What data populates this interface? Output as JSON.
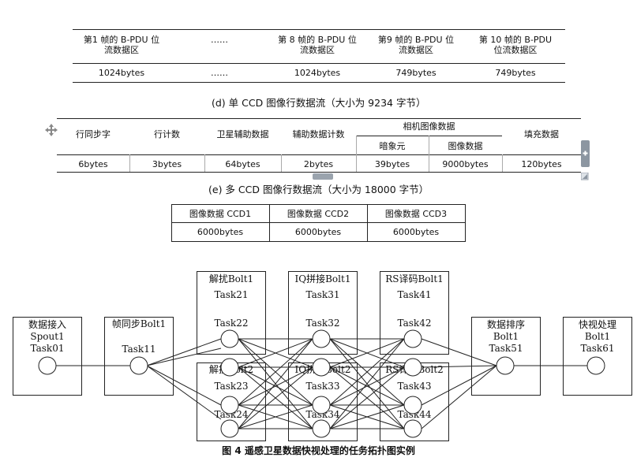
{
  "table_d": {
    "headers": [
      [
        "第1 帧的 B-PDU 位",
        "流数据区"
      ],
      [
        "……",
        ""
      ],
      [
        "第 8 帧的 B-PDU 位",
        "流数据区"
      ],
      [
        "第9 帧的 B-PDU 位",
        "流数据区"
      ],
      [
        "第 10 帧的 B-PDU",
        "位流数据区"
      ]
    ],
    "values": [
      "1024bytes",
      "……",
      "1024bytes",
      "749bytes",
      "749bytes"
    ],
    "caption": "(d)  单 CCD 图像行数据流（大小为 9234 字节）"
  },
  "table_e": {
    "headers": [
      "行同步字",
      "行计数",
      "卫星辅助数据",
      "辅助数据计数",
      "相机图像数据",
      "填充数据"
    ],
    "subheaders": [
      "暗象元",
      "图像数据"
    ],
    "values": [
      "6bytes",
      "3bytes",
      "64bytes",
      "2bytes",
      "39bytes",
      "9000bytes",
      "120bytes"
    ],
    "caption": "(e)  多 CCD 图像行数据流（大小为 18000 字节）"
  },
  "table_f": {
    "headers": [
      "图像数据 CCD1",
      "图像数据 CCD2",
      "图像数据 CCD3"
    ],
    "values": [
      "6000bytes",
      "6000bytes",
      "6000bytes"
    ]
  },
  "diagram": {
    "spout": {
      "lines": [
        "数据接入",
        "Spout1",
        "Task01"
      ]
    },
    "frame_sync": {
      "title": "帧同步Bolt1",
      "task": "Task11"
    },
    "jieral1": {
      "title": "解扰Bolt1",
      "tasks": [
        "Task21",
        "Task22"
      ]
    },
    "jieral2": {
      "title": "解扰Bolt2",
      "tasks": [
        "Task23",
        "Task24"
      ]
    },
    "iq1": {
      "title": "IQ拼接Bolt1",
      "tasks": [
        "Task31",
        "Task32"
      ]
    },
    "iq2": {
      "title": "IQ拼接Bolt2",
      "tasks": [
        "Task33",
        "Task34"
      ]
    },
    "rs1": {
      "title": "RS译码Bolt1",
      "tasks": [
        "Task41",
        "Task42"
      ]
    },
    "rs2": {
      "title": "RS译码Bolt2",
      "tasks": [
        "Task43",
        "Task44"
      ]
    },
    "sort": {
      "lines": [
        "数据排序",
        "Bolt1",
        "Task51"
      ]
    },
    "quickview": {
      "lines": [
        "快视处理",
        "Bolt1",
        "Task61"
      ]
    },
    "caption": "图 4 遥感卫星数据快视处理的任务拓扑图实例"
  }
}
